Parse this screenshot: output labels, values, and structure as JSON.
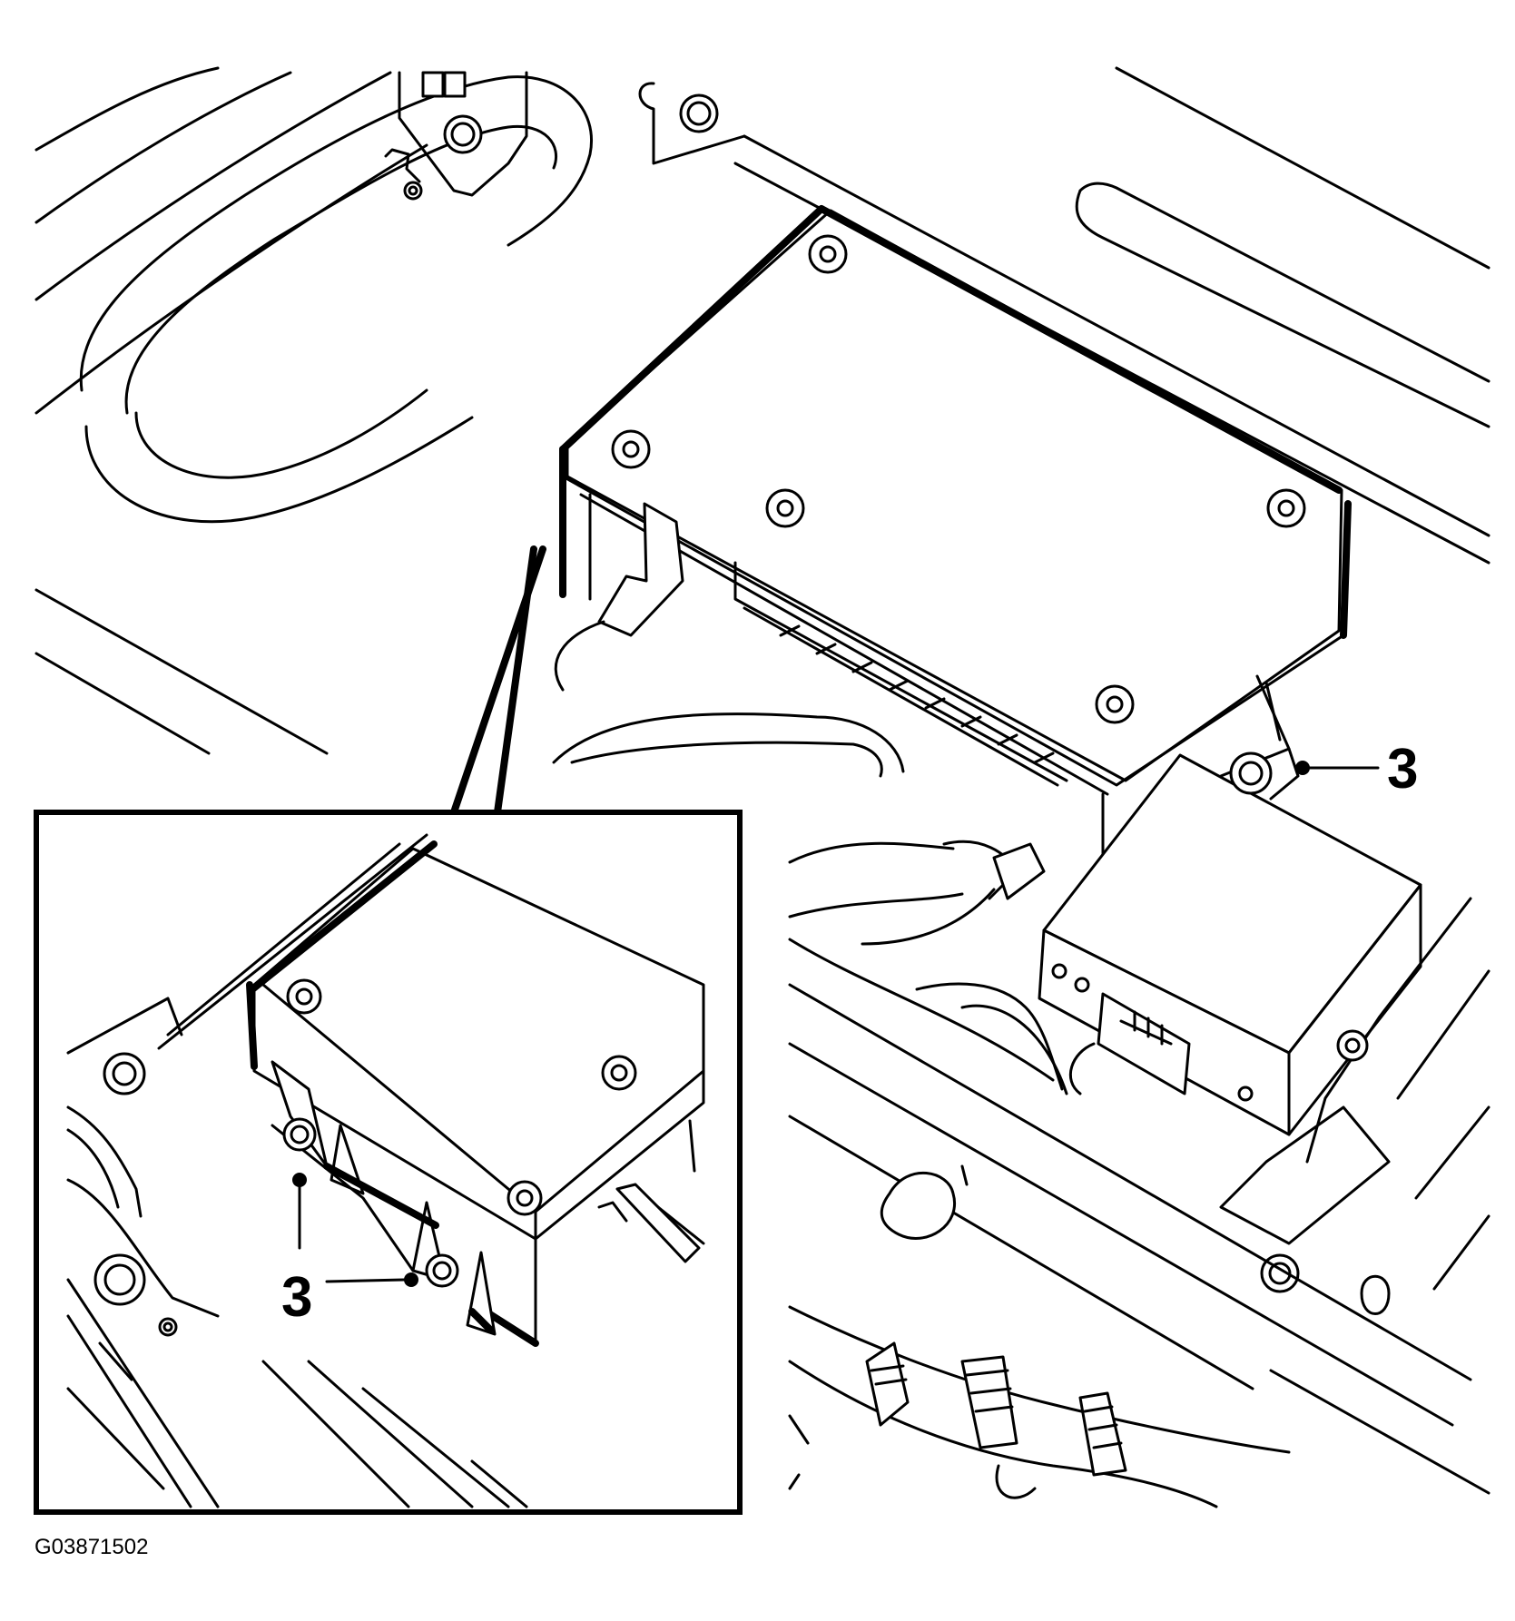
{
  "callouts": {
    "main_label": "3",
    "inset_label": "3"
  },
  "figure_id": "G03871502"
}
